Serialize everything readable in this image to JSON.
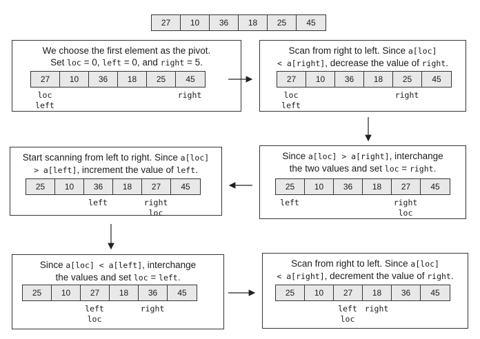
{
  "top_array": [
    "27",
    "10",
    "36",
    "18",
    "25",
    "45"
  ],
  "panels": [
    {
      "id": "p1",
      "caption": [
        [
          "t",
          "We choose the first element as the pivot."
        ],
        [
          "br",
          ""
        ],
        [
          "t",
          "Set "
        ],
        [
          "c",
          "loc"
        ],
        [
          "t",
          " = 0, "
        ],
        [
          "c",
          "left"
        ],
        [
          "t",
          " = 0, and "
        ],
        [
          "c",
          "right"
        ],
        [
          "t",
          " = 5."
        ]
      ],
      "values": [
        "27",
        "10",
        "36",
        "18",
        "25",
        "45"
      ],
      "labels": [
        [
          "loc",
          "left"
        ],
        [],
        [],
        [],
        [],
        [
          "right"
        ]
      ]
    },
    {
      "id": "p2",
      "caption": [
        [
          "t",
          "Scan from right to left. Since "
        ],
        [
          "c",
          "a[loc]"
        ],
        [
          "br",
          ""
        ],
        [
          "c",
          "< a[right]"
        ],
        [
          "t",
          ", decrease the value of "
        ],
        [
          "c",
          "right"
        ],
        [
          "t",
          "."
        ]
      ],
      "values": [
        "27",
        "10",
        "36",
        "18",
        "25",
        "45"
      ],
      "labels": [
        [
          "loc",
          "left"
        ],
        [],
        [],
        [],
        [
          "right"
        ],
        []
      ]
    },
    {
      "id": "p3",
      "caption": [
        [
          "t",
          "Since "
        ],
        [
          "c",
          "a[loc] > a[right]"
        ],
        [
          "t",
          ", interchange"
        ],
        [
          "br",
          ""
        ],
        [
          "t",
          "the two values and set "
        ],
        [
          "c",
          "loc"
        ],
        [
          "t",
          " = "
        ],
        [
          "c",
          "right"
        ],
        [
          "t",
          "."
        ]
      ],
      "values": [
        "25",
        "10",
        "36",
        "18",
        "27",
        "45"
      ],
      "labels": [
        [
          "left"
        ],
        [],
        [],
        [],
        [
          "right",
          "loc"
        ],
        []
      ]
    },
    {
      "id": "p4",
      "caption": [
        [
          "t",
          "Start scanning from left to right. Since "
        ],
        [
          "c",
          "a[loc]"
        ],
        [
          "br",
          ""
        ],
        [
          "c",
          "> a[left]"
        ],
        [
          "t",
          ", increment the value of "
        ],
        [
          "c",
          "left"
        ],
        [
          "t",
          "."
        ]
      ],
      "values": [
        "25",
        "10",
        "36",
        "18",
        "27",
        "45"
      ],
      "labels": [
        [],
        [],
        [
          "left"
        ],
        [],
        [
          "right",
          "loc"
        ],
        []
      ]
    },
    {
      "id": "p5",
      "caption": [
        [
          "t",
          "Since "
        ],
        [
          "c",
          "a[loc] < a[left]"
        ],
        [
          "t",
          ", interchange"
        ],
        [
          "br",
          ""
        ],
        [
          "t",
          "the values and set "
        ],
        [
          "c",
          "loc"
        ],
        [
          "t",
          " = "
        ],
        [
          "c",
          "left"
        ],
        [
          "t",
          "."
        ]
      ],
      "values": [
        "25",
        "10",
        "27",
        "18",
        "36",
        "45"
      ],
      "labels": [
        [],
        [],
        [
          "left",
          "loc"
        ],
        [],
        [
          "right"
        ],
        []
      ]
    },
    {
      "id": "p6",
      "caption": [
        [
          "t",
          "Scan from right to left. Since "
        ],
        [
          "c",
          "a[loc]"
        ],
        [
          "br",
          ""
        ],
        [
          "c",
          "< a[right]"
        ],
        [
          "t",
          ", decrement the value of "
        ],
        [
          "c",
          "right"
        ],
        [
          "t",
          "."
        ]
      ],
      "values": [
        "25",
        "10",
        "27",
        "18",
        "36",
        "45"
      ],
      "labels": [
        [],
        [],
        [
          "left",
          "loc"
        ],
        [
          "right"
        ],
        [],
        []
      ]
    }
  ]
}
